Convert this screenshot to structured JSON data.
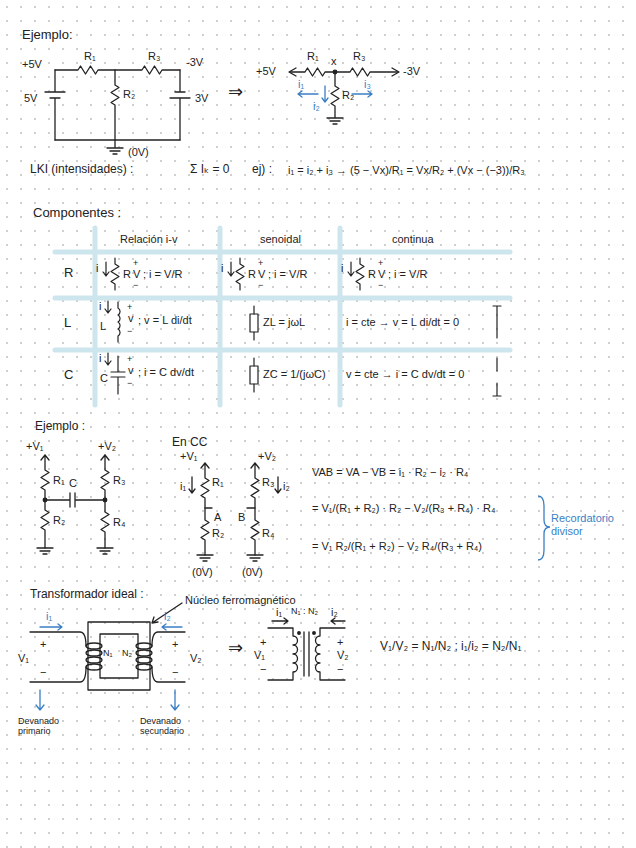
{
  "diagram": {
    "labels": [
      "Ejemplo:",
      "+5V",
      "R₁",
      "R₃",
      "-3V",
      "R₂",
      "5V",
      "3V",
      "(0V)",
      "⇒",
      "+5V",
      "R₁",
      "x",
      "R₃",
      "-3V",
      "i₁",
      "i₂",
      "R₂",
      "i₃",
      "LKI (intensidades) :",
      "Σ Iₖ = 0",
      "ej) :",
      "i₁ = i₂ + i₃ → (5 − Vx)/R₁ = Vx/R₂ + (Vx − (−3))/R₃",
      "Componentes :",
      "Relación i-v",
      "senoidal",
      "continua",
      "R",
      "L",
      "C",
      "i",
      "R",
      "+",
      "V",
      "−",
      "; i = V/R",
      "i",
      "R",
      "+",
      "V",
      "−",
      "; i = V/R",
      "i",
      "R",
      "+",
      "V",
      "−",
      "; i = V/R",
      "i",
      "L",
      "+",
      "v",
      "−",
      "; v = L di/dt",
      "ZL = jωL",
      "i = cte → v = L di/dt = 0",
      "i",
      "C",
      "+",
      "v",
      "−",
      "; i = C dv/dt",
      "ZC = 1/(jωC)",
      "v = cte → i = C dv/dt = 0",
      "Ejemplo :",
      "+V₁",
      "+V₂",
      "R₁",
      "C",
      "R₂",
      "R₃",
      "R₄",
      "En CC",
      "+V₁",
      "+V₂",
      "i₁",
      "R₁",
      "A",
      "B",
      "R₃",
      "i₂",
      "R₂",
      "R₄",
      "(0V)",
      "(0V)",
      "VAB = VA − VB = i₁ · R₂ − i₂ · R₄",
      "= V₁/(R₁ + R₂) · R₂ − V₂/(R₃ + R₄) · R₄",
      "= V₁ R₂/(R₁ + R₂) − V₂ R₄/(R₃ + R₄)",
      "Recordatorio divisor",
      "Transformador ideal :",
      "Núcleo ferromagnético",
      "i₁",
      "i₂",
      "+",
      "V₁",
      "−",
      "N₁",
      "N₂",
      "+",
      "V₂",
      "−",
      "Devanado primario",
      "Devanado secundario",
      "⇒",
      "i₁",
      "N₁ : N₂",
      "i₂",
      "+",
      "V₁",
      "−",
      "+",
      "V₂",
      "−",
      "V₁/V₂ = N₁/N₂ ; i₁/i₂ = N₂/N₁"
    ]
  }
}
